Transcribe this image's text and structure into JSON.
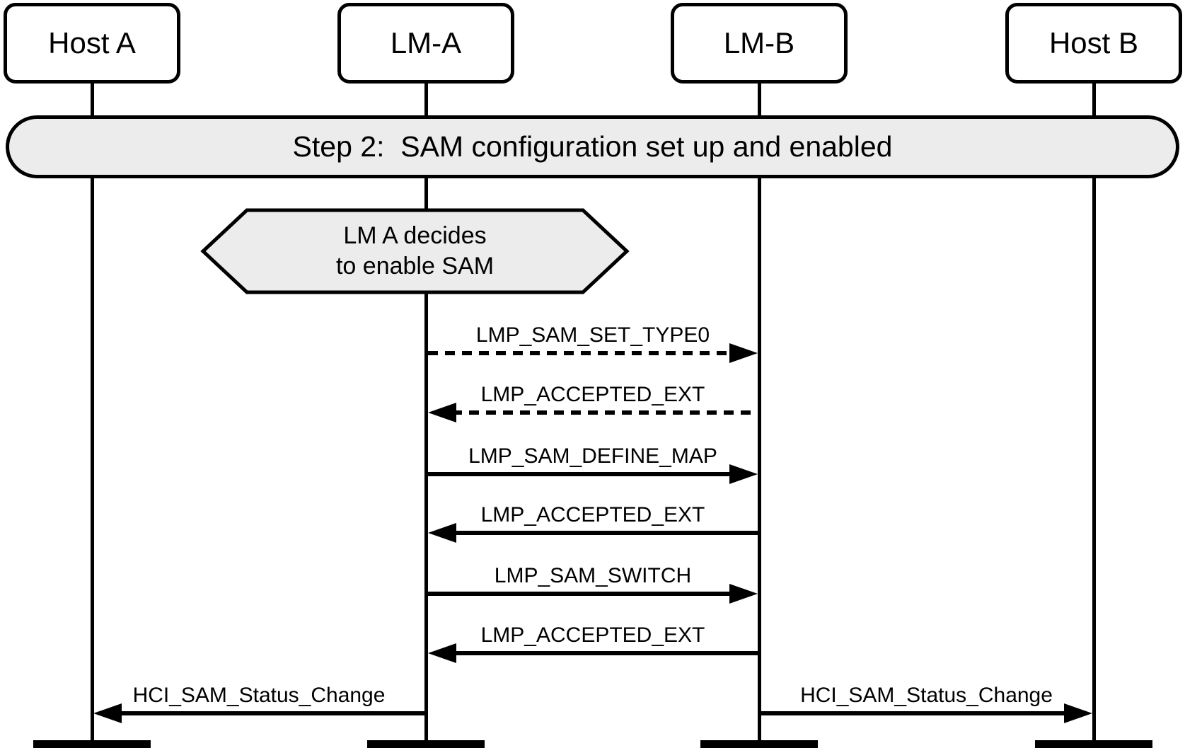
{
  "diagram": {
    "type": "sequence-diagram",
    "actors": [
      {
        "id": "host-a",
        "label": "Host A"
      },
      {
        "id": "lm-a",
        "label": "LM-A"
      },
      {
        "id": "lm-b",
        "label": "LM-B"
      },
      {
        "id": "host-b",
        "label": "Host B"
      }
    ],
    "step_banner": {
      "label": "Step 2:  SAM configuration set up and enabled"
    },
    "decision_note": {
      "actor": "LM-A",
      "line1": "LM A decides",
      "line2": "to enable SAM"
    },
    "messages": [
      {
        "label": "LMP_SAM_SET_TYPE0",
        "from": "LM-A",
        "to": "LM-B",
        "style": "dashed",
        "direction": "right"
      },
      {
        "label": "LMP_ACCEPTED_EXT",
        "from": "LM-B",
        "to": "LM-A",
        "style": "dashed",
        "direction": "left"
      },
      {
        "label": "LMP_SAM_DEFINE_MAP",
        "from": "LM-A",
        "to": "LM-B",
        "style": "solid",
        "direction": "right"
      },
      {
        "label": "LMP_ACCEPTED_EXT",
        "from": "LM-B",
        "to": "LM-A",
        "style": "solid",
        "direction": "left"
      },
      {
        "label": "LMP_SAM_SWITCH",
        "from": "LM-A",
        "to": "LM-B",
        "style": "solid",
        "direction": "right"
      },
      {
        "label": "LMP_ACCEPTED_EXT",
        "from": "LM-B",
        "to": "LM-A",
        "style": "solid",
        "direction": "left"
      },
      {
        "label": "HCI_SAM_Status_Change",
        "from": "LM-A",
        "to": "Host A",
        "style": "solid",
        "direction": "left"
      },
      {
        "label": "HCI_SAM_Status_Change",
        "from": "LM-B",
        "to": "Host B",
        "style": "solid",
        "direction": "right"
      }
    ],
    "colors": {
      "background": "#ffffff",
      "shape_fill": "#ececec",
      "line": "#000000"
    }
  }
}
